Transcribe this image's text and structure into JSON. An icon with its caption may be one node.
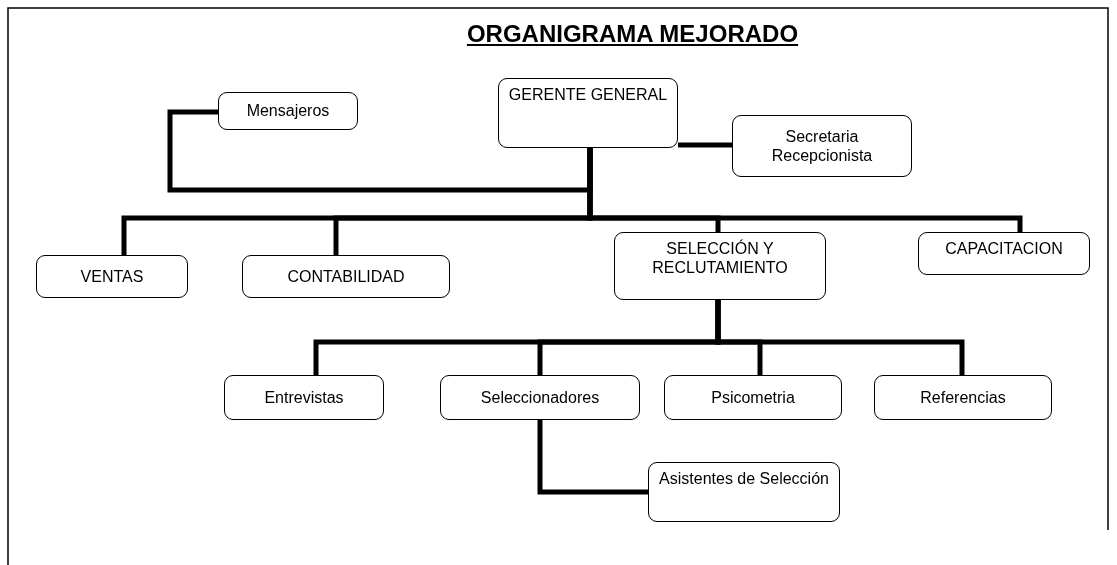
{
  "diagram": {
    "title": "ORGANIGRAMA MEJORADO",
    "nodes": [
      {
        "text": [
          "GERENTE GENERAL"
        ]
      },
      {
        "text": [
          "Mensajeros"
        ]
      },
      {
        "text": [
          "Secretaria Recepcionista"
        ]
      },
      {
        "text": [
          "VENTAS"
        ]
      },
      {
        "text": [
          "CONTABILIDAD"
        ]
      },
      {
        "text": [
          "SELECCIÓN Y RECLUTAMIENTO"
        ]
      },
      {
        "text": [
          "CAPACITACION"
        ]
      },
      {
        "text": [
          "Entrevistas"
        ]
      },
      {
        "text": [
          "Seleccionadores"
        ]
      },
      {
        "text": [
          "Psicometria"
        ]
      },
      {
        "text": [
          "Referencias"
        ]
      },
      {
        "text": [
          "Asistentes de Selección"
        ]
      }
    ],
    "edges": [
      {
        "from": 0,
        "to": 1,
        "arrow": "none"
      },
      {
        "from": 0,
        "to": 2,
        "arrow": "none"
      },
      {
        "from": 0,
        "to": 3,
        "arrow": "none"
      },
      {
        "from": 0,
        "to": 4,
        "arrow": "none"
      },
      {
        "from": 0,
        "to": 5,
        "arrow": "none"
      },
      {
        "from": 0,
        "to": 6,
        "arrow": "none"
      },
      {
        "from": 5,
        "to": 7,
        "arrow": "none"
      },
      {
        "from": 5,
        "to": 8,
        "arrow": "none"
      },
      {
        "from": 5,
        "to": 9,
        "arrow": "none"
      },
      {
        "from": 5,
        "to": 10,
        "arrow": "none"
      },
      {
        "from": 8,
        "to": 11,
        "arrow": "none"
      }
    ]
  }
}
